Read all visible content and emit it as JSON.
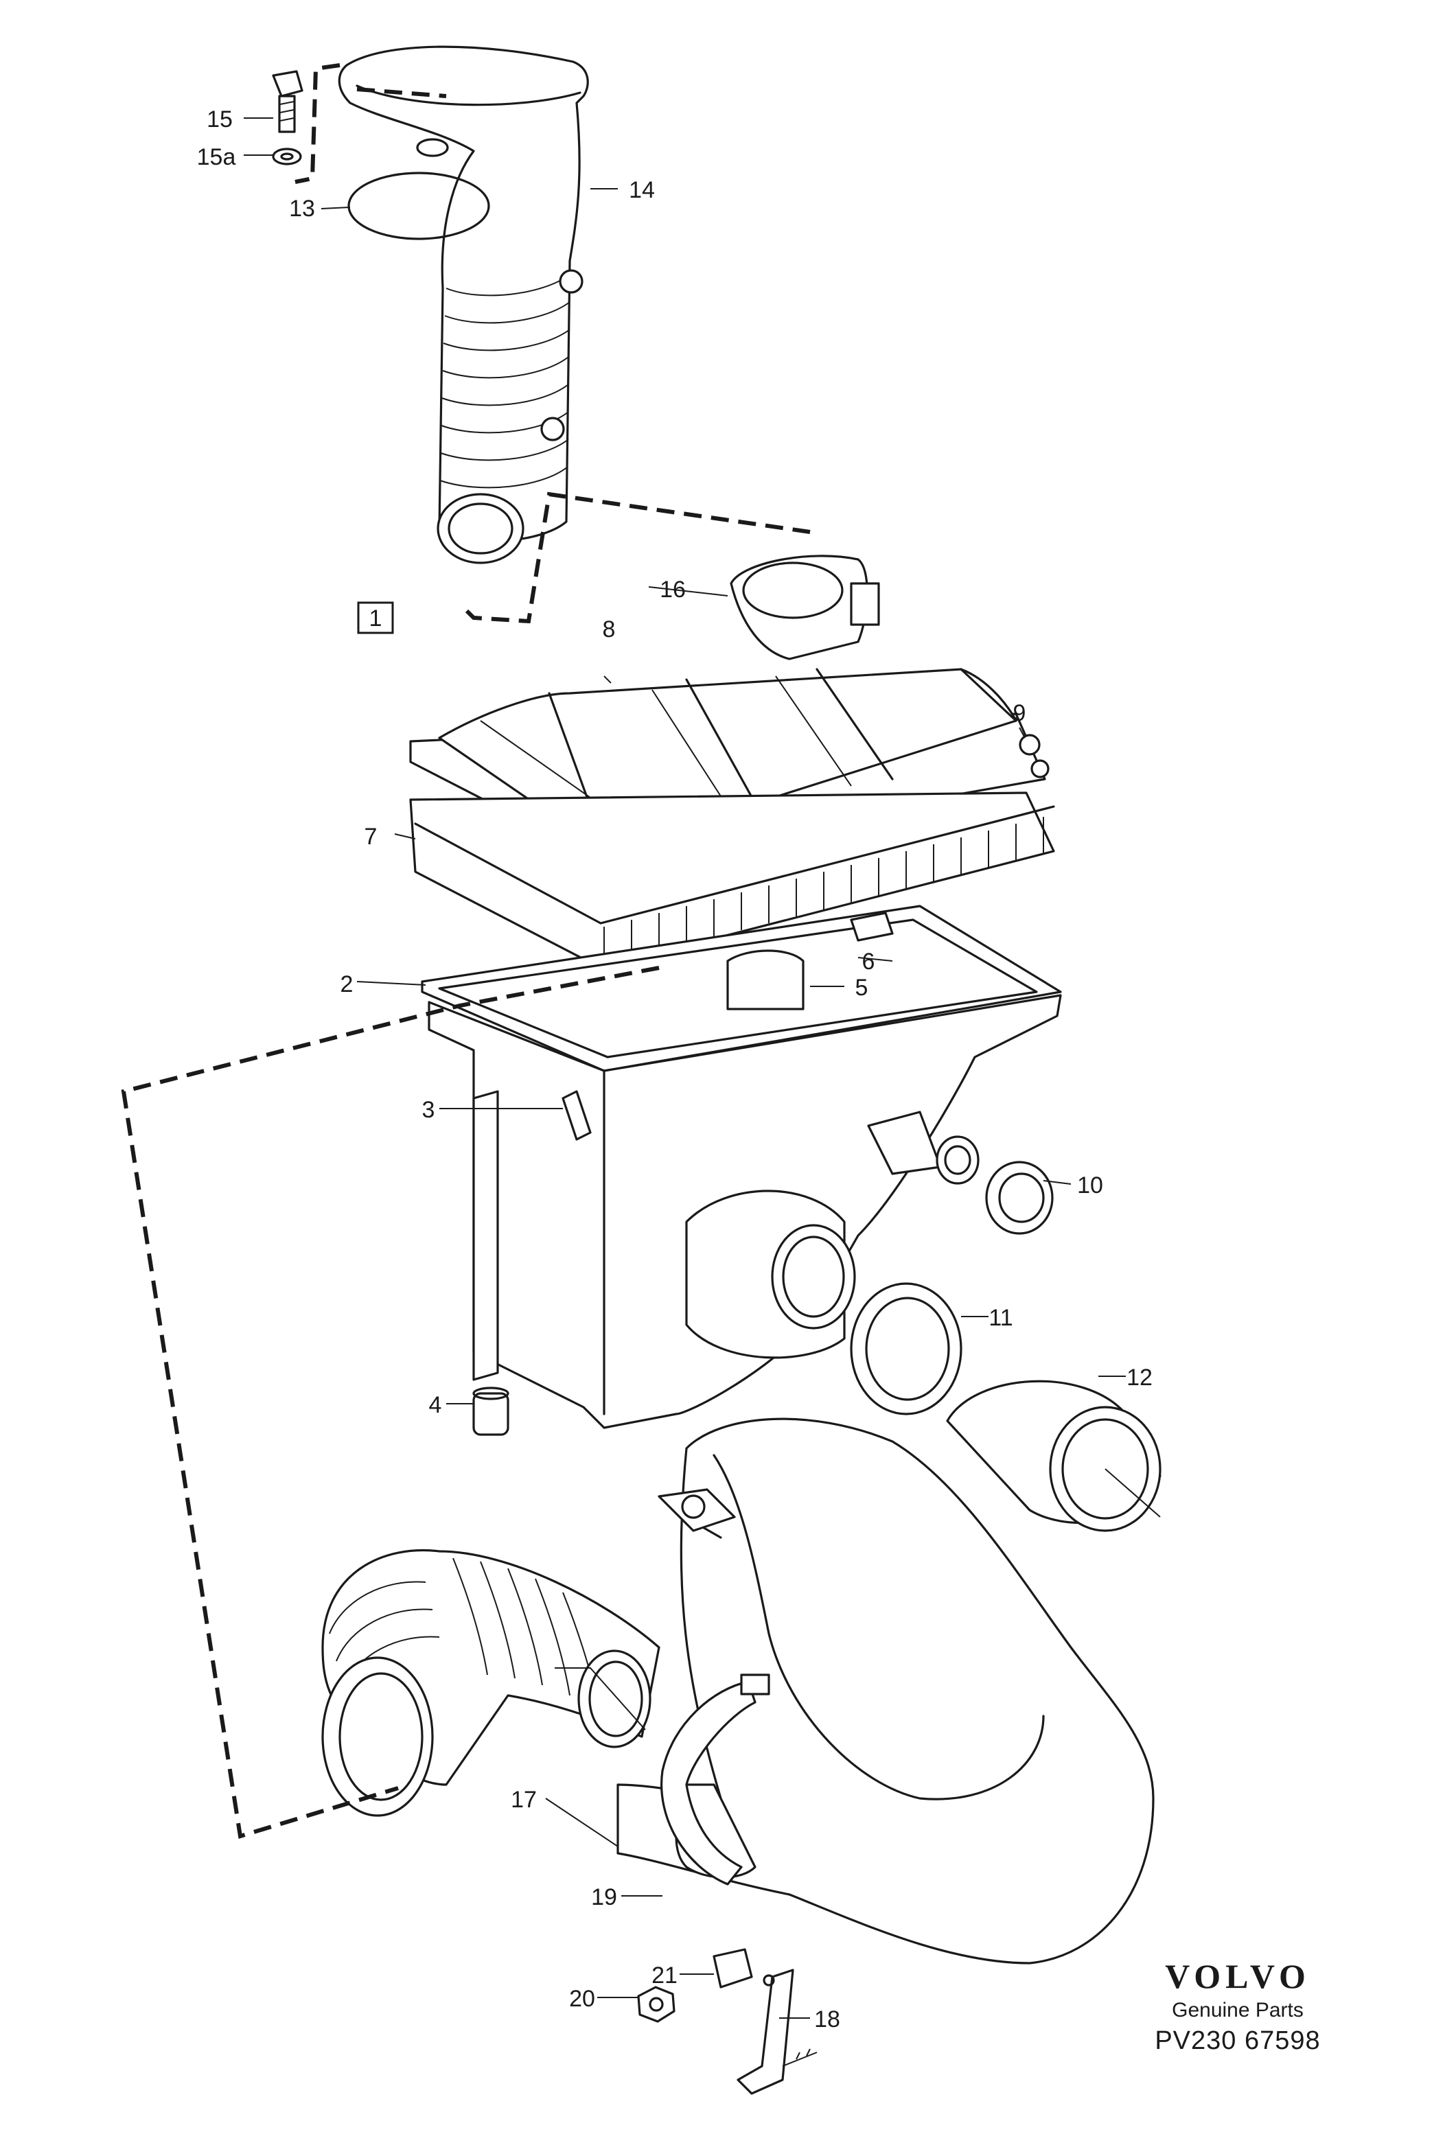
{
  "brand": {
    "name": "VOLVO",
    "tagline": "Genuine Parts",
    "code": "PV230 67598"
  },
  "section_marker": "1",
  "callouts": [
    {
      "id": "1-2",
      "label": "2"
    },
    {
      "id": "1-3",
      "label": "3"
    },
    {
      "id": "1-4",
      "label": "4"
    },
    {
      "id": "1-5",
      "label": "5"
    },
    {
      "id": "1-6",
      "label": "6"
    },
    {
      "id": "1-7",
      "label": "7"
    },
    {
      "id": "1-8",
      "label": "8"
    },
    {
      "id": "1-9",
      "label": "9"
    },
    {
      "id": "1-10",
      "label": "10"
    },
    {
      "id": "1-11",
      "label": "11"
    },
    {
      "id": "1-12",
      "label": "12"
    },
    {
      "id": "1-13",
      "label": "13"
    },
    {
      "id": "1-14",
      "label": "14"
    },
    {
      "id": "1-15",
      "label": "15"
    },
    {
      "id": "1-15a",
      "label": "15a"
    },
    {
      "id": "1-16",
      "label": "16"
    },
    {
      "id": "1-17",
      "label": "17"
    },
    {
      "id": "1-18",
      "label": "18"
    },
    {
      "id": "1-19",
      "label": "19"
    },
    {
      "id": "1-20",
      "label": "20"
    },
    {
      "id": "1-21",
      "label": "21"
    }
  ]
}
